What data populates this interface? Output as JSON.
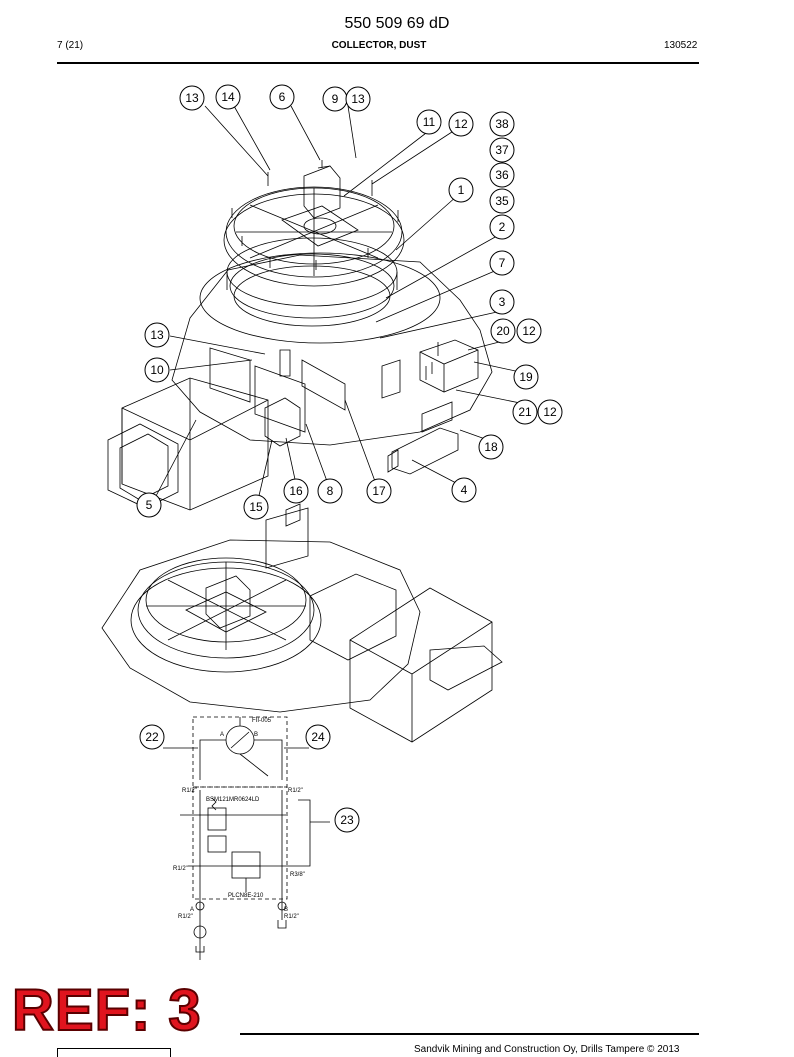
{
  "header": {
    "doc_number": "550 509 69 dD",
    "page": "7 (21)",
    "title": "COLLECTOR, DUST",
    "date": "130522"
  },
  "callouts": [
    "13",
    "14",
    "6",
    "9",
    "13",
    "11",
    "12",
    "38",
    "37",
    "36",
    "1",
    "35",
    "2",
    "7",
    "3",
    "13",
    "20",
    "12",
    "10",
    "19",
    "21",
    "12",
    "18",
    "16",
    "8",
    "17",
    "4",
    "5",
    "15",
    "22",
    "24",
    "23"
  ],
  "schematic_labels": {
    "fii": "FII-005",
    "a": "A",
    "b": "B",
    "r12_left": "R1/2\"",
    "r12_right": "R1/2\"",
    "valve": "BSM121MR0624LD",
    "r12_mid": "R1/2\"",
    "r38": "R3/8\"",
    "plc": "PLCN8E-210",
    "a2": "A",
    "b2": "B",
    "r12_bl": "R1/2\"",
    "r12_br": "R1/2\""
  },
  "stamp": "REF: 3",
  "footer": {
    "copyright": "Sandvik Mining and Construction Oy, Drills Tampere © 2013"
  }
}
